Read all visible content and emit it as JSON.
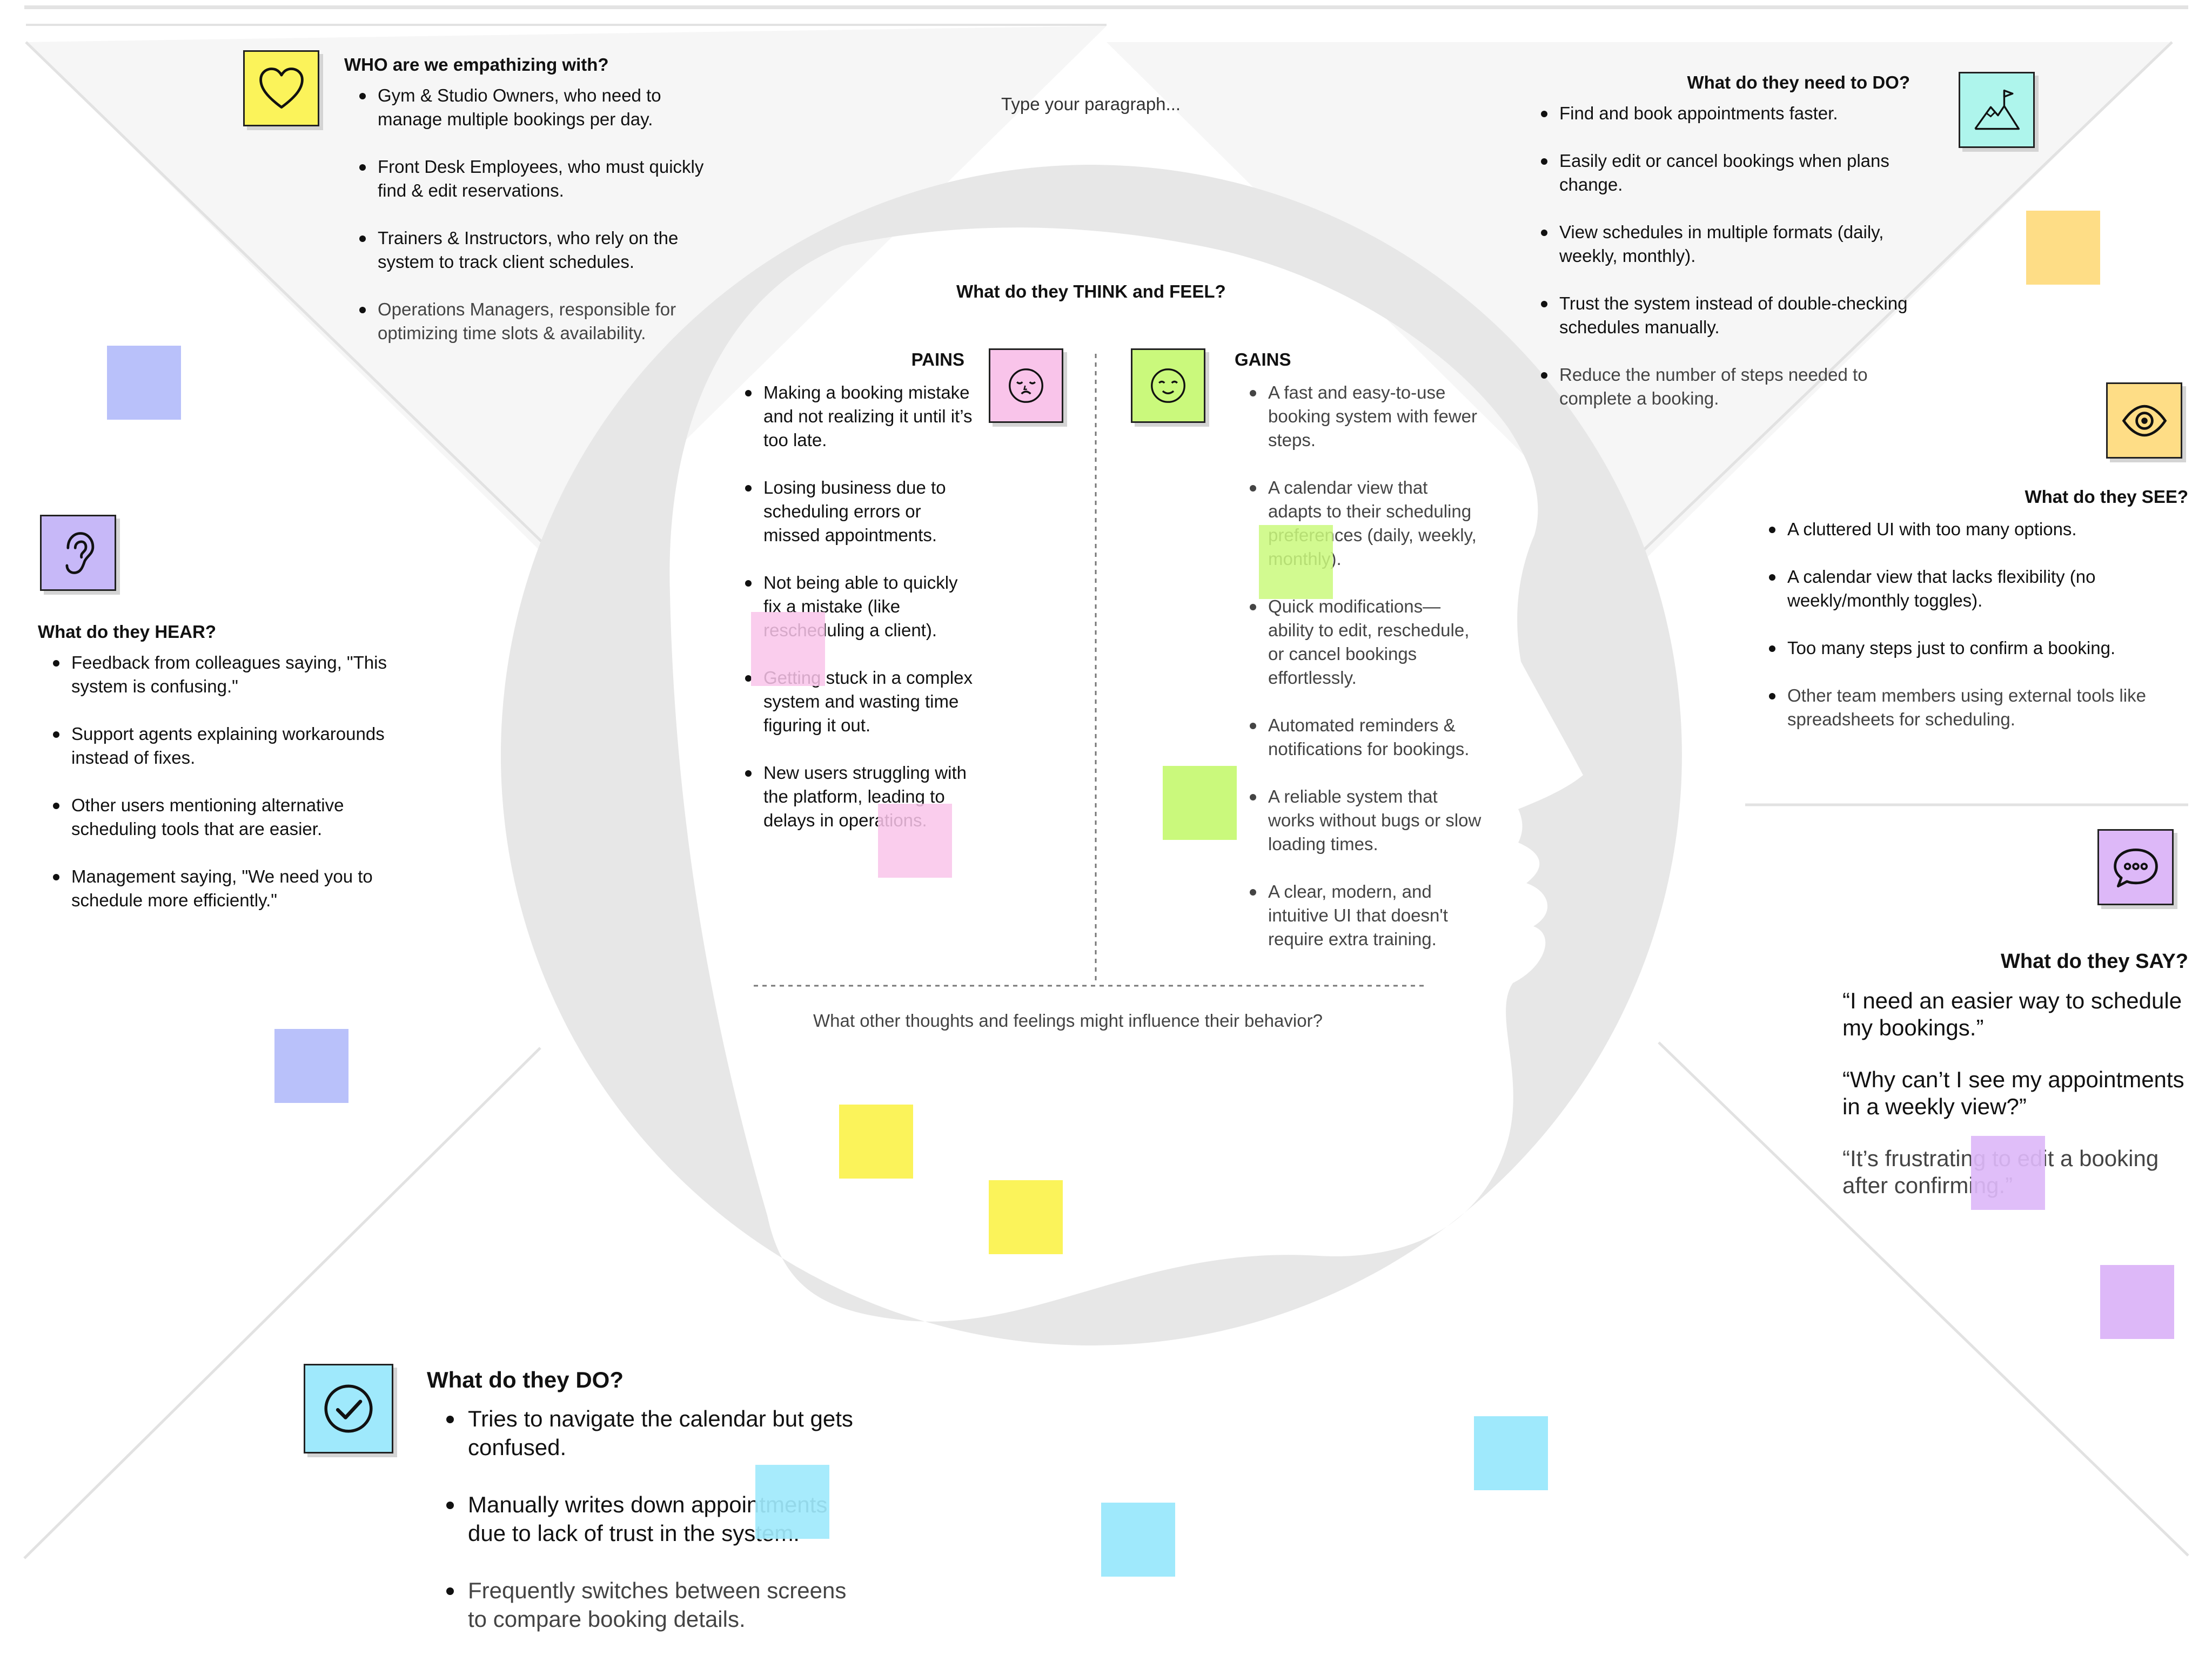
{
  "colors": {
    "sticky_yellow": "#fbf35a",
    "sticky_blue": "#b9c1fa",
    "sticky_pink": "#f9c4ea",
    "sticky_green": "#caf97c",
    "sticky_orange": "#fedd86",
    "sticky_purple": "#ddb8f8",
    "sticky_cyan": "#9fe9fc",
    "head_fill": "#e7e7e7",
    "triangle_fill": "#f6f6f6"
  },
  "placeholder": "Type your paragraph...",
  "who": {
    "icon": "heart-icon",
    "title": "WHO are we empathizing with?",
    "items": [
      "Gym & Studio Owners, who need to manage multiple bookings per day.",
      "Front Desk Employees, who must quickly find & edit reservations.",
      "Trainers & Instructors, who rely on the system to track client schedules.",
      "Operations Managers, responsible for optimizing time slots & availability."
    ]
  },
  "need_to_do": {
    "icon": "mountain-flag-icon",
    "title": "What do they need to DO?",
    "items": [
      "Find and book appointments faster.",
      "Easily edit or cancel bookings when plans change.",
      "View schedules in multiple formats (daily, weekly, monthly).",
      "Trust the system instead of double-checking schedules manually.",
      "Reduce the number of steps needed to complete a booking."
    ]
  },
  "see": {
    "icon": "eye-icon",
    "title": "What do they SEE?",
    "items": [
      "A cluttered UI with too many options.",
      "A calendar view that lacks flexibility (no weekly/monthly toggles).",
      "Too many steps just to confirm a booking.",
      "Other team members using external tools like spreadsheets for scheduling."
    ]
  },
  "hear": {
    "icon": "ear-icon",
    "title": "What do they HEAR?",
    "items": [
      "Feedback from colleagues saying, \"This system is confusing.\"",
      "Support agents explaining workarounds instead of fixes.",
      "Other users mentioning alternative scheduling tools that are easier.",
      "Management saying, \"We need you to schedule more efficiently.\""
    ]
  },
  "say": {
    "icon": "speech-bubble-icon",
    "title": "What do they SAY?",
    "quotes": [
      "“I need an easier way to schedule my bookings.”",
      " “Why can’t I see my appointments in a weekly view?”",
      " “It’s frustrating to edit a booking after confirming.”"
    ]
  },
  "do": {
    "icon": "checkmark-icon",
    "title": "What do they DO?",
    "items": [
      "Tries to navigate the calendar but gets confused.",
      "Manually writes down appointments due to lack of trust in the system.",
      "Frequently switches between screens to compare booking details."
    ]
  },
  "think_feel": {
    "title": "What do they THINK and FEEL?",
    "footer": "What other thoughts and feelings might influence their behavior?",
    "pains": {
      "icon": "sad-face-icon",
      "title": "PAINS",
      "items": [
        "Making a booking mistake and not realizing it until it’s too late.",
        "Losing business due to scheduling errors or missed appointments.",
        "Not being able to quickly fix a mistake (like rescheduling a client).",
        "Getting stuck in a complex system and wasting time figuring it out.",
        "New users struggling with the platform, leading to delays in operations."
      ]
    },
    "gains": {
      "icon": "happy-face-icon",
      "title": "GAINS",
      "items": [
        "A fast and easy-to-use booking system with fewer steps.",
        "A calendar view that adapts to their scheduling preferences (daily, weekly, monthly).",
        "Quick modifications—ability to edit, reschedule, or cancel bookings effortlessly.",
        "Automated reminders & notifications for bookings.",
        "A reliable system that works without bugs or slow loading times.",
        "A clear, modern, and intuitive UI that doesn't require extra training."
      ]
    }
  }
}
